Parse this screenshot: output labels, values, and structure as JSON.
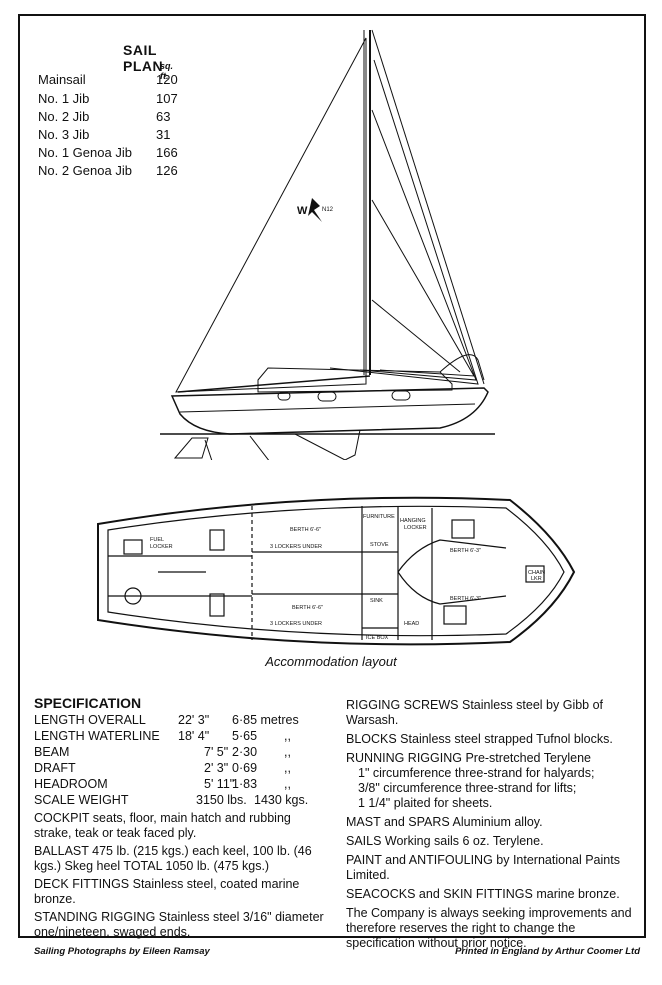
{
  "sail_plan": {
    "title": "SAIL PLAN",
    "unit": "sq. ft.",
    "rows": [
      {
        "name": "Mainsail",
        "value": "120"
      },
      {
        "name": "No. 1 Jib",
        "value": "107"
      },
      {
        "name": "No. 2 Jib",
        "value": "63"
      },
      {
        "name": "No. 3 Jib",
        "value": "31"
      },
      {
        "name": "No. 1 Genoa Jib",
        "value": "166"
      },
      {
        "name": "No. 2 Genoa Jib",
        "value": "126"
      }
    ]
  },
  "sail_mark": {
    "letter": "W",
    "number": "N12"
  },
  "layout_labels": {
    "fuel_locker_1": "FUEL",
    "fuel_locker_2": "LOCKER",
    "berth_top_1": "BERTH 6'-6\"",
    "berth_top_2": "3 LOCKERS UNDER",
    "furniture": "FURNITURE",
    "hanging_1": "HANGING",
    "hanging_2": "LOCKER",
    "stove": "STOVE",
    "berth_fwd_top": "BERTH 6'-3\"",
    "chain_1": "CHAIN",
    "chain_2": "LKR",
    "berth_fwd_bottom": "BERTH 6'-3\"",
    "sink": "SINK",
    "head": "HEAD",
    "icebox": "ICE BOX",
    "berth_bottom_1": "BERTH 6'-6\"",
    "berth_bottom_2": "3 LOCKERS UNDER"
  },
  "caption": "Accommodation layout",
  "specification": {
    "heading": "SPECIFICATION",
    "dimensions": [
      {
        "label": "LENGTH OVERALL",
        "imperial": "22' 3\"",
        "metric": "6·85 metres"
      },
      {
        "label": "LENGTH WATERLINE",
        "imperial": "18' 4\"",
        "metric": "5·65",
        "ditto": ",,"
      },
      {
        "label": "BEAM",
        "imperial": "7' 5\"",
        "metric": "2·30",
        "ditto": ",,"
      },
      {
        "label": "DRAFT",
        "imperial": "2' 3\"",
        "metric": "0·69",
        "ditto": ",,"
      },
      {
        "label": "HEADROOM",
        "imperial": "5' 11\"",
        "metric": "1·83",
        "ditto": ",,"
      },
      {
        "label": "SCALE WEIGHT",
        "imperial": "3150 lbs.",
        "metric": "1430 kgs."
      }
    ],
    "left_paragraphs": [
      "COCKPIT seats, floor, main hatch and rubbing strake, teak or teak faced ply.",
      "BALLAST 475 lb. (215 kgs.) each keel, 100 lb. (46 kgs.) Skeg heel TOTAL 1050 lb. (475 kgs.)",
      "DECK FITTINGS Stainless steel, coated marine bronze.",
      "STANDING RIGGING Stainless steel 3/16\" diameter one/nineteen, swaged ends."
    ],
    "right_rigging_screws": "RIGGING SCREWS Stainless steel by Gibb of Warsash.",
    "right_blocks": "BLOCKS Stainless steel strapped Tufnol blocks.",
    "right_running": "RUNNING RIGGING Pre-stretched Terylene",
    "right_running_items": [
      "1\" circumference three-strand for halyards;",
      "3/8\" circumference three-strand for lifts;",
      "1 1/4\" plaited for sheets."
    ],
    "right_mast": "MAST and SPARS Aluminium alloy.",
    "right_sails": "SAILS Working sails 6 oz. Terylene.",
    "right_paint": "PAINT and ANTIFOULING by International Paints Limited.",
    "right_seacocks": "SEACOCKS and SKIN FITTINGS marine bronze.",
    "right_company": "The Company is always seeking improvements and therefore reserves the right to change the specification without prior notice."
  },
  "footer": {
    "left": "Sailing Photographs by Eileen Ramsay",
    "right": "Printed in England by Arthur Coomer Ltd"
  }
}
